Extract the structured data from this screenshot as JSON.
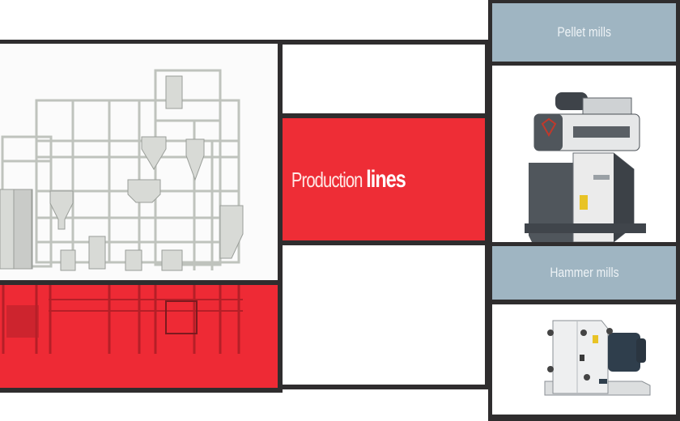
{
  "panels": {
    "production_lines": {
      "title_light": "Production",
      "title_bold": "lines",
      "image_alt": "feed production line plant"
    },
    "pellet_mills": {
      "label": "Pellet mills",
      "image_alt": "pellet mill machine"
    },
    "hammer_mills": {
      "label": "Hammer mills",
      "image_alt": "hammer mill machine"
    }
  },
  "colors": {
    "accent_red": "#ee2d36",
    "label_blue_grey": "#9fb5c2",
    "border_dark": "#2f2d2e"
  }
}
